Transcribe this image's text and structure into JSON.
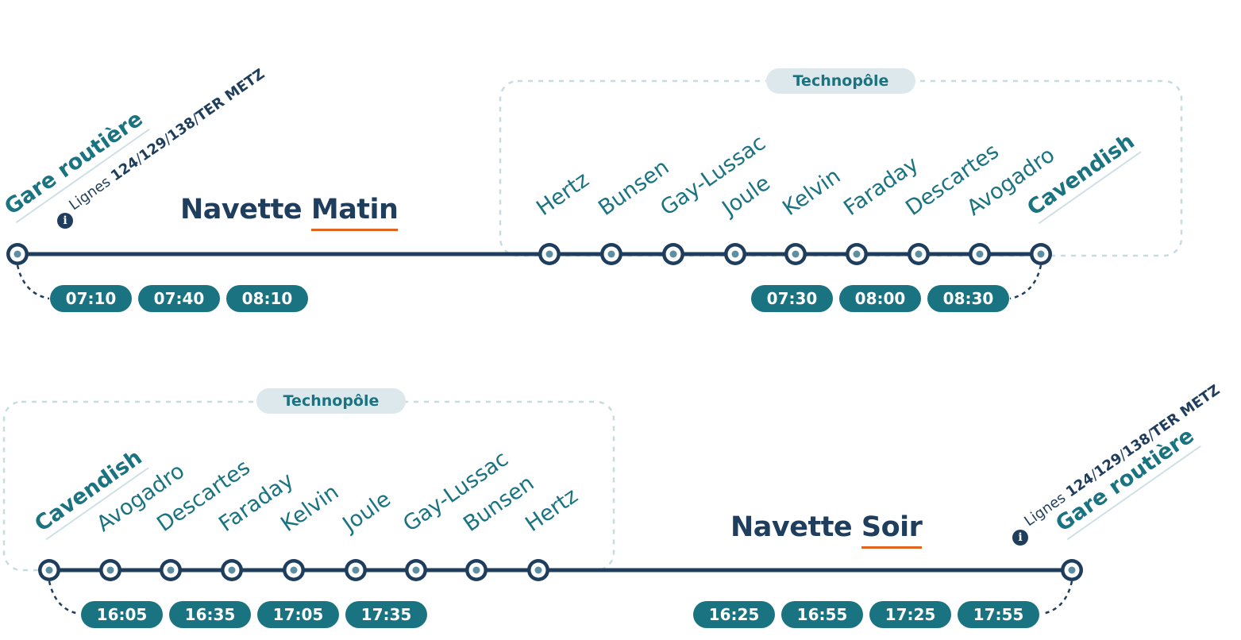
{
  "colors": {
    "line": "#1f3d5c",
    "accent": "#1a7380",
    "underline": "#e0631f",
    "zone": "#dce8ec"
  },
  "morning": {
    "title_prefix": "Navette",
    "title_accent": "Matin",
    "terminal": "Gare routière",
    "lines_prefix": "Lignes",
    "lines_values": [
      "124",
      "129",
      "138",
      "TER METZ"
    ],
    "zone_label": "Technopôle",
    "stops": [
      "Hertz",
      "Bunsen",
      "Gay-Lussac",
      "Joule",
      "Kelvin",
      "Faraday",
      "Descartes",
      "Avogadro"
    ],
    "end": "Cavendish",
    "departures_left": [
      "07:10",
      "07:40",
      "08:10"
    ],
    "departures_right": [
      "07:30",
      "08:00",
      "08:30"
    ]
  },
  "evening": {
    "title_prefix": "Navette",
    "title_accent": "Soir",
    "terminal": "Gare routière",
    "lines_prefix": "Lignes",
    "lines_values": [
      "124",
      "129",
      "138",
      "TER METZ"
    ],
    "zone_label": "Technopôle",
    "start": "Cavendish",
    "stops": [
      "Avogadro",
      "Descartes",
      "Faraday",
      "Kelvin",
      "Joule",
      "Gay-Lussac",
      "Bunsen",
      "Hertz"
    ],
    "departures_left": [
      "16:05",
      "16:35",
      "17:05",
      "17:35"
    ],
    "departures_right": [
      "16:25",
      "16:55",
      "17:25",
      "17:55"
    ]
  }
}
